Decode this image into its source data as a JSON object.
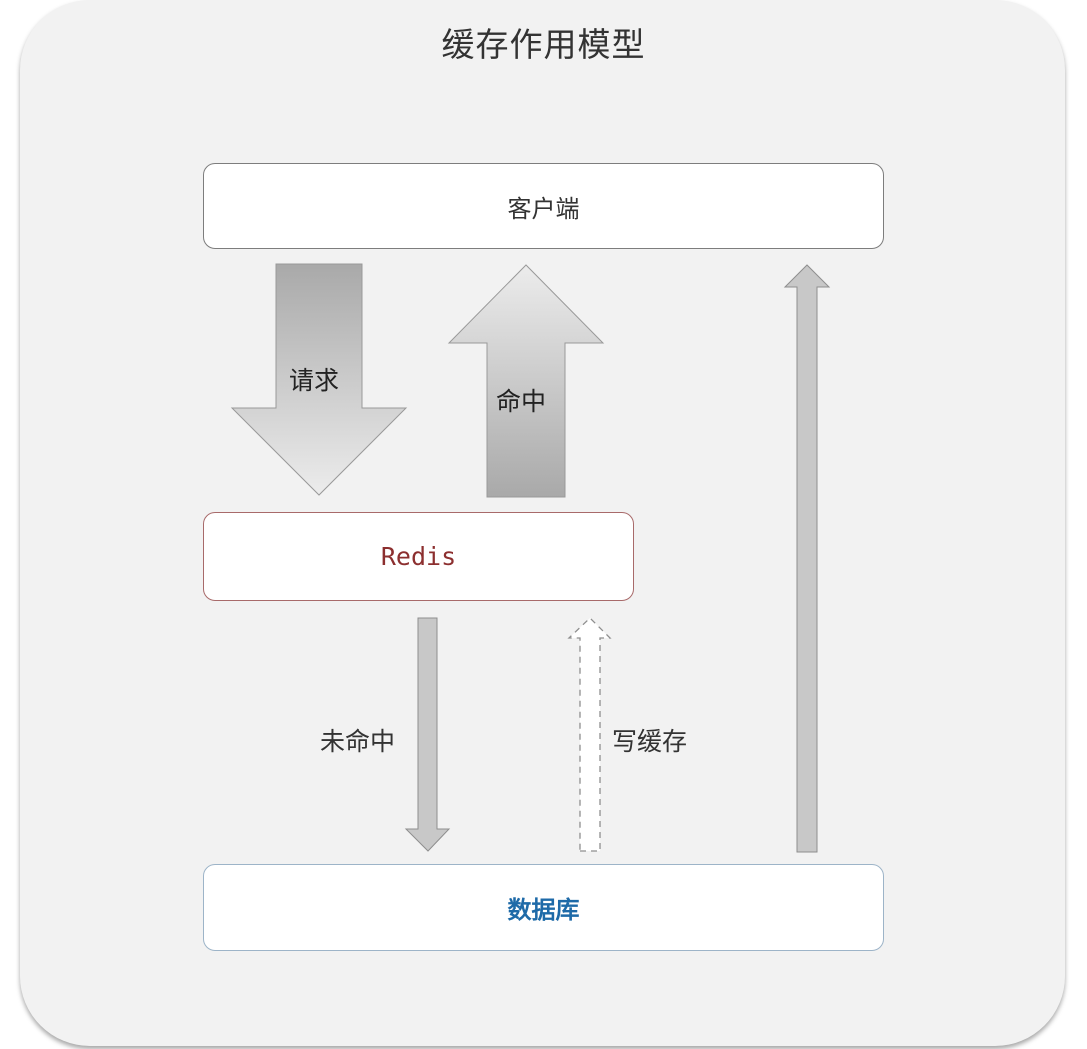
{
  "title": "缓存作用模型",
  "nodes": {
    "client": "客户端",
    "redis": "Redis",
    "database": "数据库"
  },
  "edges": {
    "request": "请求",
    "hit": "命中",
    "miss": "未命中",
    "write_cache": "写缓存"
  },
  "colors": {
    "background": "#f2f2f2",
    "redis_text": "#8c2f2f",
    "database_text": "#1e6aa8",
    "arrow_fill": "#c8c8c8"
  }
}
